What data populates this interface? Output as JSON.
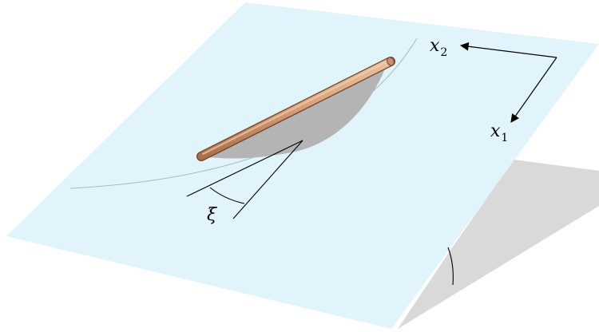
{
  "labels": {
    "x2": {
      "base": "x",
      "sub": "2"
    },
    "x1": {
      "base": "x",
      "sub": "1"
    },
    "xi": "ξ"
  },
  "colors": {
    "plane_fill": "#e1f4fc",
    "shadow_fill": "#d9d9d9",
    "wear_fill": "#b4b4b4",
    "rod_fill": "#d9a47e",
    "rod_stroke": "#7a4b2c",
    "line": "#000000",
    "guide_arc": "#a8b8c0"
  }
}
